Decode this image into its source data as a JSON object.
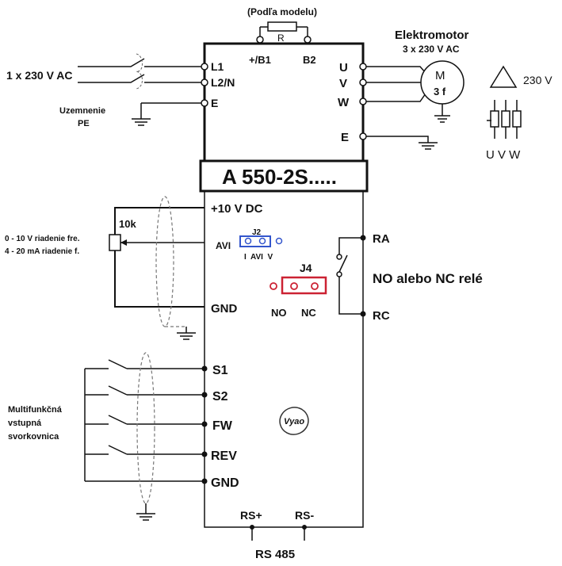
{
  "header": {
    "model_note": "(Podľa modelu)",
    "resistor_label": "R",
    "motor_title": "Elektromotor",
    "motor_spec": "3 x 230 V AC",
    "motor_symbol_m": "M",
    "motor_symbol_phase": "3 f",
    "delta_voltage": "230 V",
    "uvw_label": "U V W"
  },
  "power_input": {
    "supply_label": "1 x 230 V AC",
    "ground_label_line1": "Uzemnenie",
    "ground_label_line2": "PE"
  },
  "top_terminals": {
    "L1": "L1",
    "L2N": "L2/N",
    "E_left": "E",
    "B1": "+/B1",
    "B2": "B2",
    "U": "U",
    "V": "V",
    "W": "W",
    "E_right": "E"
  },
  "model_box": {
    "model_name": "A 550-2S....."
  },
  "analog": {
    "plus10v": "+10 V DC",
    "avi": "AVI",
    "gnd": "GND",
    "pot_value": "10k",
    "desc_line1": "0 - 10 V riadenie fre.",
    "desc_line2": "4 - 20 mA riadenie f.",
    "j2_label": "J2",
    "j2_pins": "I  AVI  V",
    "j2_color": "#3355cc"
  },
  "relay": {
    "ra": "RA",
    "rc": "RC",
    "title": "NO alebo NC relé",
    "j4_label": "J4",
    "no_label": "NO",
    "nc_label": "NC",
    "j4_color": "#cc2233"
  },
  "digital_inputs": {
    "s1": "S1",
    "s2": "S2",
    "fw": "FW",
    "rev": "REV",
    "gnd": "GND",
    "desc_line1": "Multifunkčná",
    "desc_line2": "vstupná",
    "desc_line3": "svorkovnica"
  },
  "logo": {
    "text": "Vyao"
  },
  "comm": {
    "rs_plus": "RS+",
    "rs_minus": "RS-",
    "bus_label": "RS 485"
  }
}
